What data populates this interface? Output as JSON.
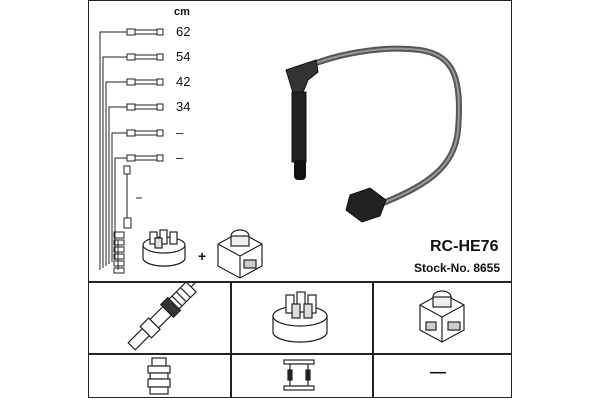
{
  "header": {
    "unit": "cm"
  },
  "cables": [
    {
      "length": "62"
    },
    {
      "length": "54"
    },
    {
      "length": "42"
    },
    {
      "length": "34"
    },
    {
      "length": "–"
    },
    {
      "length": "–"
    }
  ],
  "product": {
    "model": "RC-HE76",
    "stock": "Stock-No. 8655"
  },
  "kit": {
    "plus": "+"
  },
  "bottom_row": {
    "coil_connector": "—"
  }
}
